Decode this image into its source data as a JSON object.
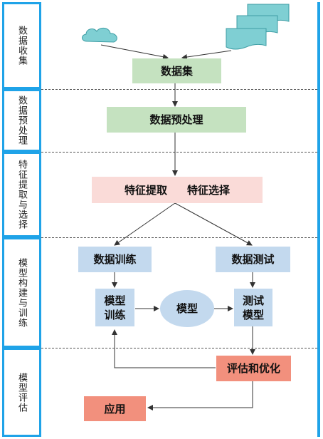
{
  "stages": [
    {
      "label": "数据收集"
    },
    {
      "label": "数据预处理"
    },
    {
      "label": "特征提取与选择"
    },
    {
      "label": "模型构建与训练"
    },
    {
      "label": "模型评估"
    }
  ],
  "nodes": {
    "dataset": "数据集",
    "preprocess": "数据预处理",
    "feature_extract": "特征提取",
    "feature_select": "特征选择",
    "train_data": "数据训练",
    "test_data": "数据测试",
    "model_train": "模型\n训练",
    "model": "模型",
    "test_model": "测试\n模型",
    "evaluate": "评估和优化",
    "apply": "应用"
  },
  "colors": {
    "frame_blue": "#1fa3e8",
    "green": "#c5e2c0",
    "pink": "#fadbd8",
    "light_blue": "#c3d9ee",
    "salmon": "#f2907d",
    "teal_docs": "#7fcfd3"
  },
  "icons": [
    "cloud-icon",
    "document-stack-icon"
  ]
}
